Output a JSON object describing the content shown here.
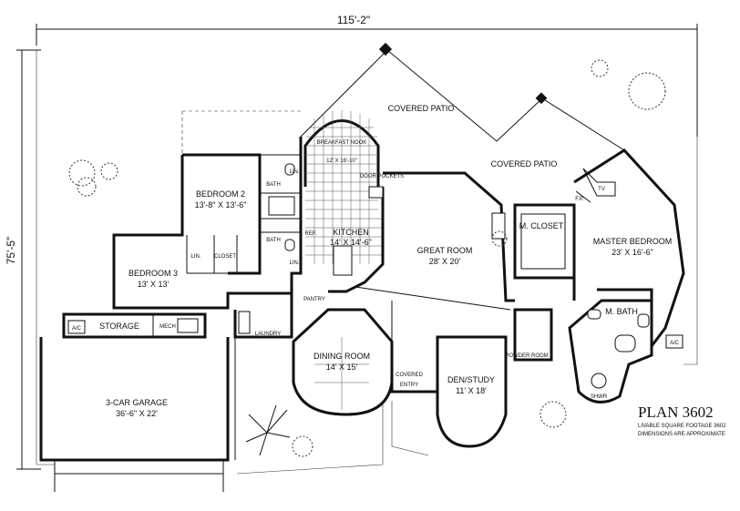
{
  "dimensions": {
    "width_label": "115'-2\"",
    "depth_label": "75'-5\""
  },
  "rooms": [
    {
      "id": "covered-patio-1",
      "name": "COVERED PATIO",
      "size": ""
    },
    {
      "id": "covered-patio-2",
      "name": "COVERED PATIO",
      "size": ""
    },
    {
      "id": "breakfast-nook",
      "name": "BREAKFAST NOOK",
      "size": "12' X 16'-10\""
    },
    {
      "id": "bedroom-2",
      "name": "BEDROOM 2",
      "size": "13'-8\" X 13'-6\""
    },
    {
      "id": "kitchen",
      "name": "KITCHEN",
      "size": "14' X 14'-6\""
    },
    {
      "id": "great-room",
      "name": "GREAT ROOM",
      "size": "28' X 20'"
    },
    {
      "id": "master-bedroom",
      "name": "MASTER BEDROOM",
      "size": "23' X 16'-6\""
    },
    {
      "id": "bedroom-3",
      "name": "BEDROOM 3",
      "size": "13' X 13'"
    },
    {
      "id": "dining-room",
      "name": "DINING ROOM",
      "size": "14' X 15'"
    },
    {
      "id": "den-study",
      "name": "DEN/STUDY",
      "size": "11' X 18'"
    },
    {
      "id": "garage",
      "name": "3-CAR GARAGE",
      "size": "36'-6\" X 22'"
    }
  ],
  "small_labels": {
    "bath_upper": "BATH",
    "bath_lower": "BATH",
    "door_pockets": "DOOR POCKETS",
    "m_closet": "M. CLOSET",
    "m_bath": "M. BATH",
    "storage": "STORAGE",
    "laundry": "LAUNDRY",
    "covered_entry_1": "COVERED",
    "covered_entry_2": "ENTRY",
    "pantry": "PANTRY",
    "closet": "CLOSET",
    "lin_1": "LIN.",
    "lin_2": "LIN.",
    "lin_3": "LIN.",
    "ac_1": "A/C",
    "ac_2": "A/C",
    "mech": "MECH",
    "powder_room": "POWDER ROOM",
    "shwr": "SHWR",
    "tv": "TV",
    "fp": "F.P.",
    "ref": "REF."
  },
  "plan": {
    "title": "PLAN 3602",
    "line1": "LIVABLE SQUARE FOOTAGE 3602",
    "line2": "DIMENSIONS ARE APPROXIMATE"
  },
  "style": {
    "ink": "#111111",
    "paper": "#ffffff"
  }
}
